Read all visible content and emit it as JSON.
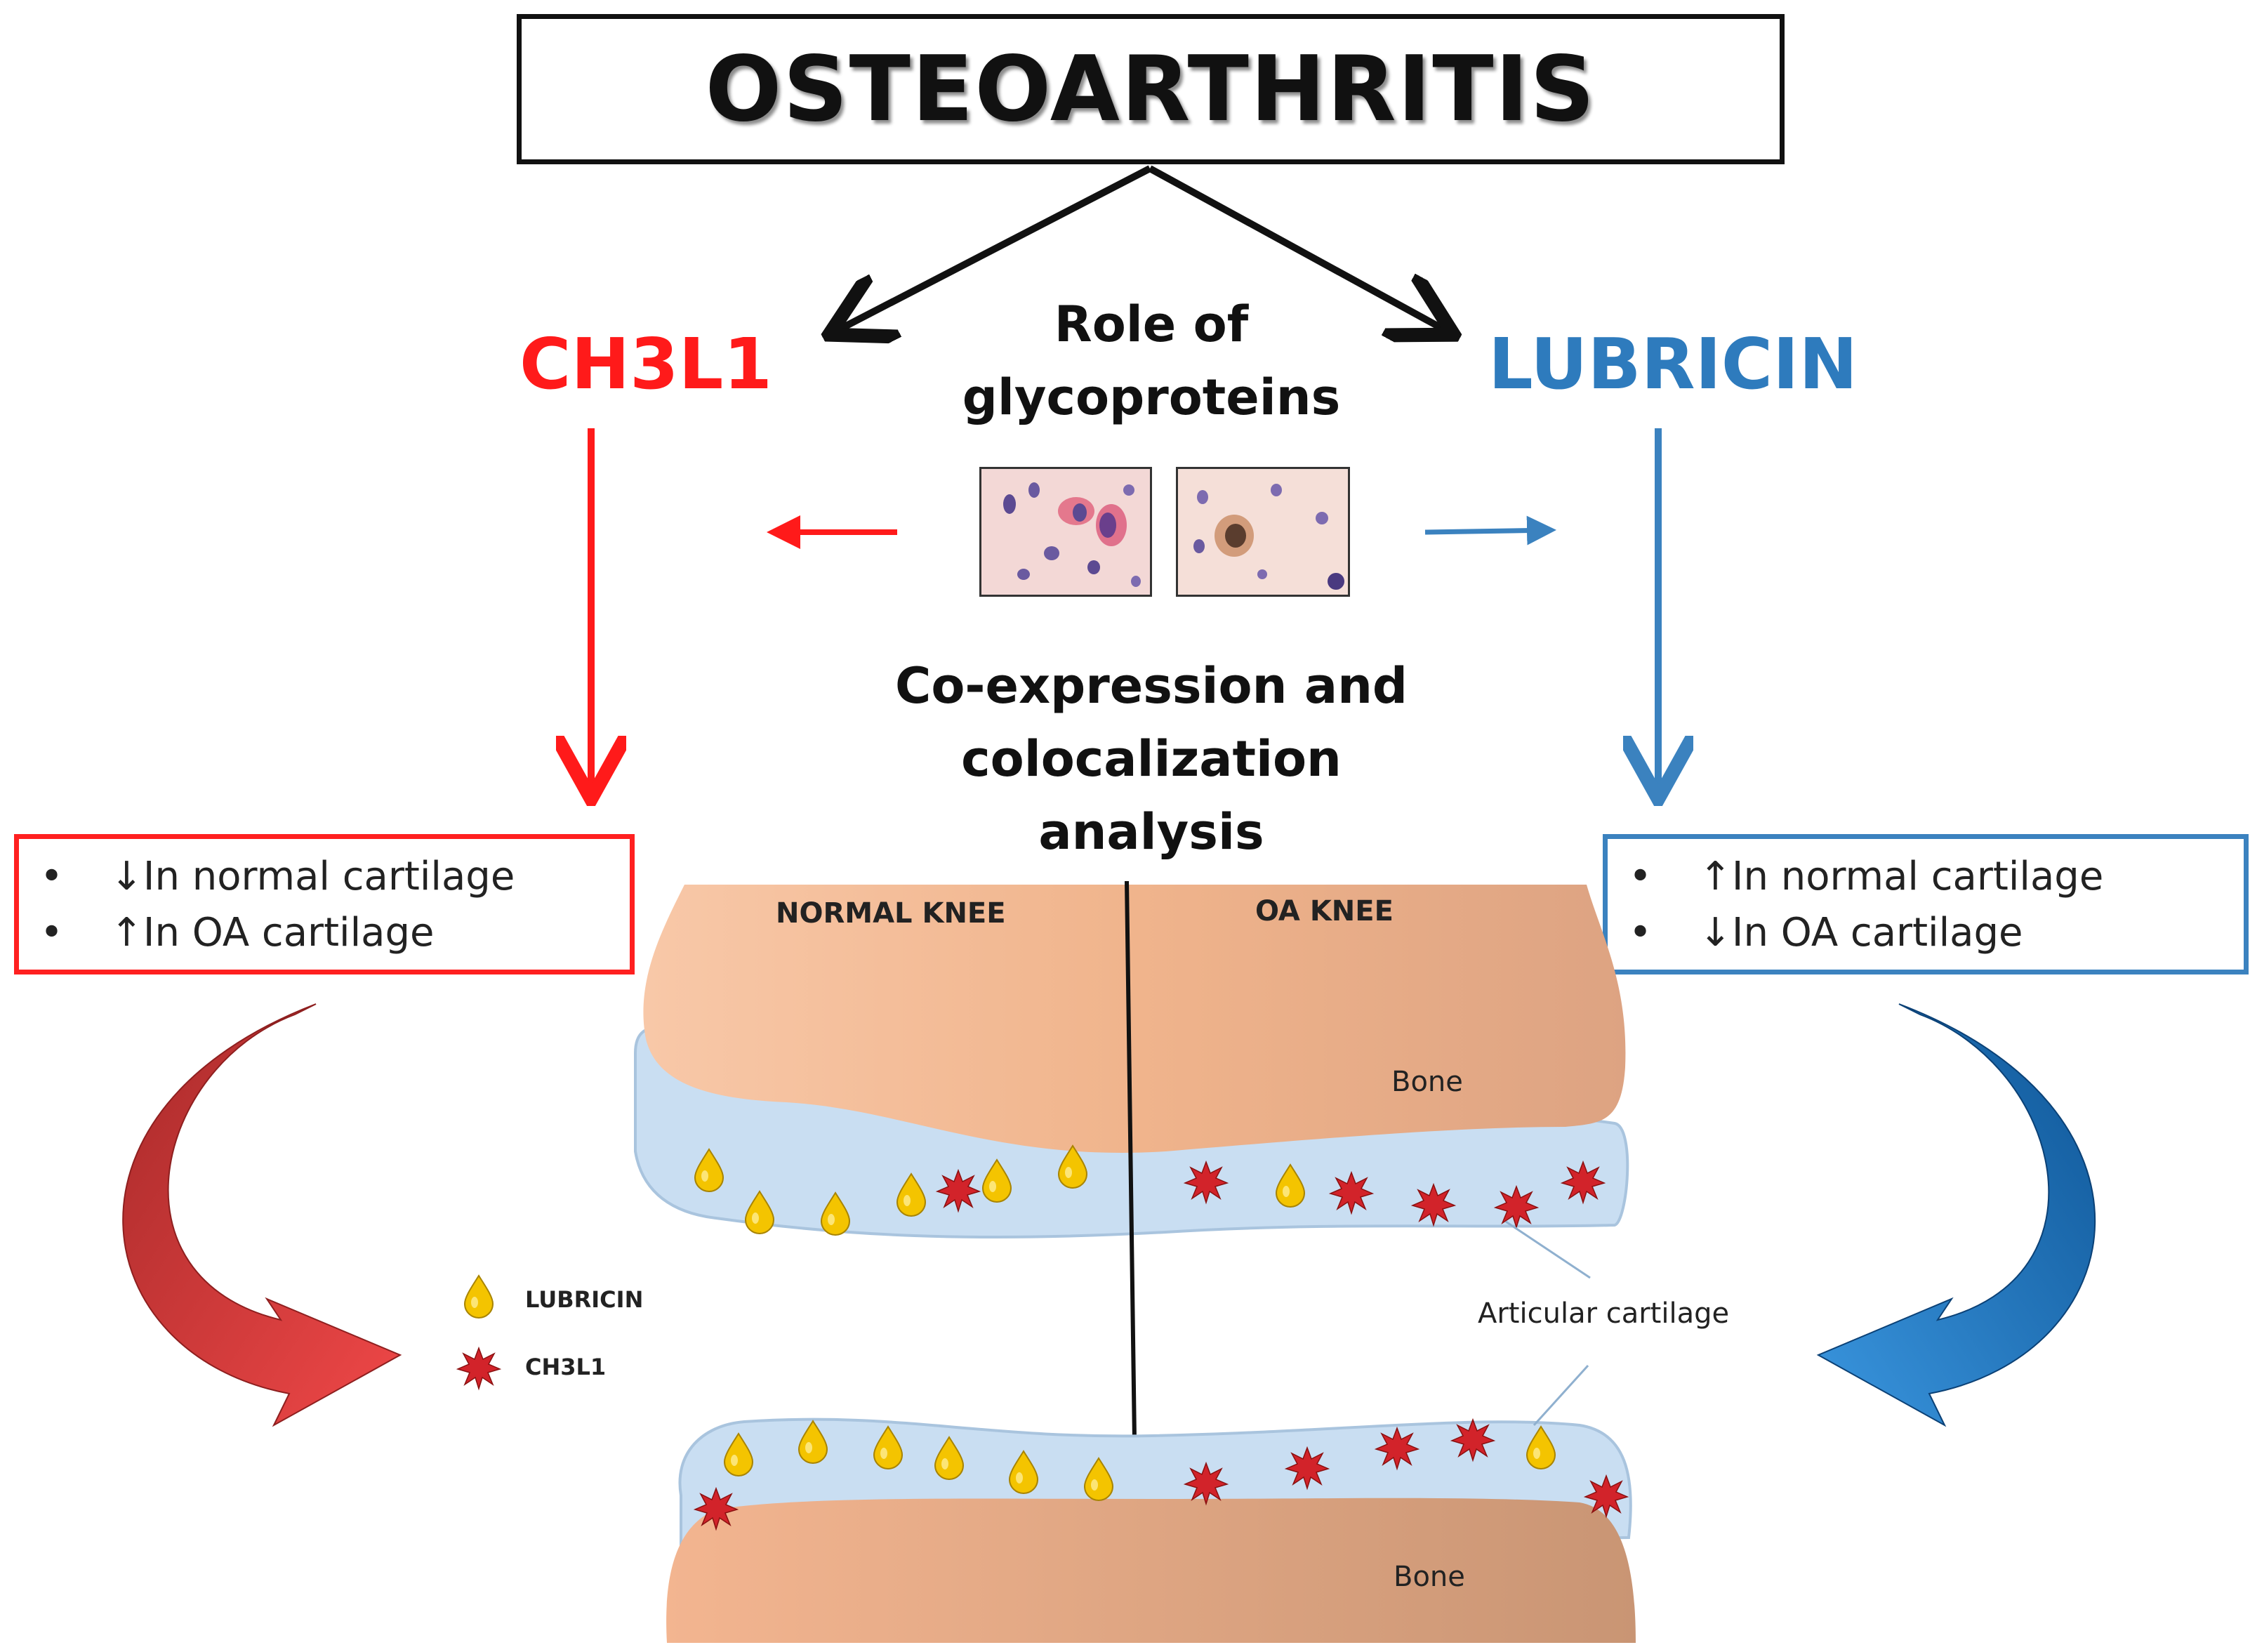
{
  "title": "OSTEOARTHRITIS",
  "left_protein": "CH3L1",
  "right_protein": "LUBRICIN",
  "center_top": [
    "Role of",
    "glycoproteins"
  ],
  "center_bottom": [
    "Co-expression and colocalization",
    "analysis"
  ],
  "left_box": [
    {
      "arrow": "↓",
      "text": "In normal cartilage"
    },
    {
      "arrow": "↑",
      "text": " In OA cartilage"
    }
  ],
  "right_box": [
    {
      "arrow": "↑",
      "text": " In normal cartilage"
    },
    {
      "arrow": "↓",
      "text": " In OA cartilage"
    }
  ],
  "knee": {
    "normal_label": "NORMAL KNEE",
    "oa_label": "OA KNEE",
    "bone_top": "Bone",
    "bone_bottom": "Bone",
    "cartilage_label": "Articular cartilage"
  },
  "legend": {
    "lubricin": "LUBRICIN",
    "ch3l1": "CH3L1"
  },
  "colors": {
    "ch3l1": "#ff1a1a",
    "lubricin": "#2e7bbd",
    "bone": "#f2b891",
    "cartilage": "#c9def2",
    "lubricin_drop": "#f4c400",
    "ch3l1_star": "#d2232a"
  },
  "icons": {
    "lubricin_marker": "yellow-drop-icon",
    "ch3l1_marker": "red-star-icon"
  }
}
